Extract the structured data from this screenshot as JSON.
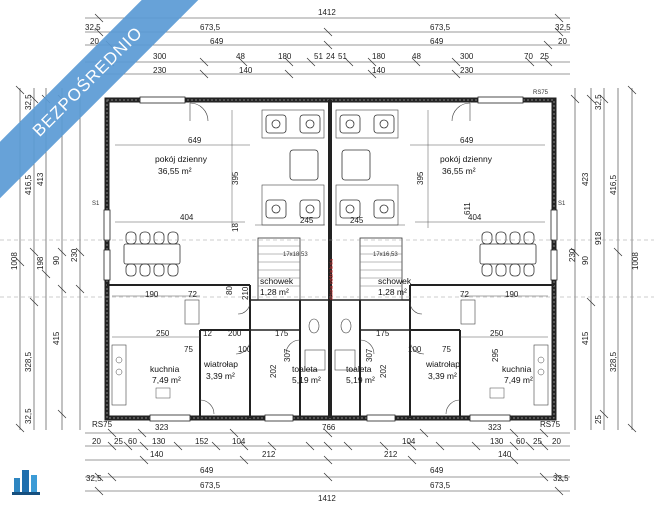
{
  "watermark": {
    "text": "BEZPOŚREDNIO"
  },
  "dims_top": {
    "total": "1412",
    "half_left": "673,5",
    "half_right": "673,5",
    "edge_left": "32,5",
    "edge_right": "32,5",
    "inner_left": "649",
    "inner_right": "649",
    "w20": "20",
    "row3": [
      "300",
      "48",
      "180",
      "51",
      "24",
      "51",
      "180",
      "48",
      "300",
      "70",
      "25"
    ],
    "row4": [
      "230",
      "140",
      "140",
      "230"
    ]
  },
  "dims_bottom": {
    "total": "1412",
    "half_left": "673,5",
    "half_right": "673,5",
    "inner_left": "649",
    "inner_right": "649",
    "edge_left": "32,5",
    "edge_right": "32,5",
    "row1": [
      "20",
      "25",
      "60",
      "130",
      "152",
      "104",
      "104",
      "130",
      "60",
      "25",
      "20"
    ],
    "row2": [
      "140",
      "212",
      "212",
      "140"
    ],
    "row_mid": [
      "323",
      "766",
      "323"
    ],
    "rs": [
      "RS75",
      "RS75"
    ]
  },
  "dims_left": {
    "total": "1008",
    "upper": "416,5",
    "lower": "328,5",
    "a": "413",
    "b": "198",
    "c": "415",
    "d": "32,5",
    "e": "90",
    "f": "230",
    "g": "32,5"
  },
  "dims_right": {
    "total": "1008",
    "upper": "416,5",
    "lower": "328,5",
    "a": "423",
    "b": "918",
    "c": "415",
    "d": "32,5",
    "e": "90",
    "f": "230",
    "g": "25"
  },
  "rooms": {
    "living_left": {
      "name": "pokój dzienny",
      "area": "36,55 m²"
    },
    "living_right": {
      "name": "pokój dzienny",
      "area": "36,55 m²"
    },
    "closet_left": {
      "name": "schowek",
      "area": "1,28 m²"
    },
    "closet_right": {
      "name": "schowek",
      "area": "1,28 m²"
    },
    "kitchen_left": {
      "name": "kuchnia",
      "area": "7,49 m²"
    },
    "kitchen_right": {
      "name": "kuchnia",
      "area": "7,49 m²"
    },
    "vestibule_left": {
      "name": "wiatrołap",
      "area": "3,39 m²"
    },
    "vestibule_right": {
      "name": "wiatrołap",
      "area": "3,39 m²"
    },
    "toilet_left": {
      "name": "toaleta",
      "area": "5,19 m²"
    },
    "toilet_right": {
      "name": "toaleta",
      "area": "5,19 m²"
    }
  },
  "inner_dims": {
    "d649a": "649",
    "d649b": "649",
    "d404a": "404",
    "d404b": "404",
    "d395a": "395",
    "d395b": "395",
    "d245a": "245",
    "d245b": "245",
    "d611": "611",
    "d190a": "190",
    "d190b": "190",
    "d72a": "72",
    "d72b": "72",
    "d250a": "250",
    "d250b": "250",
    "d175a": "175",
    "d175b": "175",
    "d307a": "307",
    "d307b": "307",
    "d202a": "202",
    "d202b": "202",
    "d295": "295",
    "d75a": "75",
    "d75b": "75",
    "d100a": "100",
    "d100b": "100",
    "d12": "12",
    "d200": "200",
    "stairs_l": "17x18,53",
    "stairs_r": "17x16,53",
    "s1": "S1",
    "s2": "S1",
    "rs75": "RS75",
    "d18": "18",
    "d80": "80",
    "d210": "210"
  }
}
